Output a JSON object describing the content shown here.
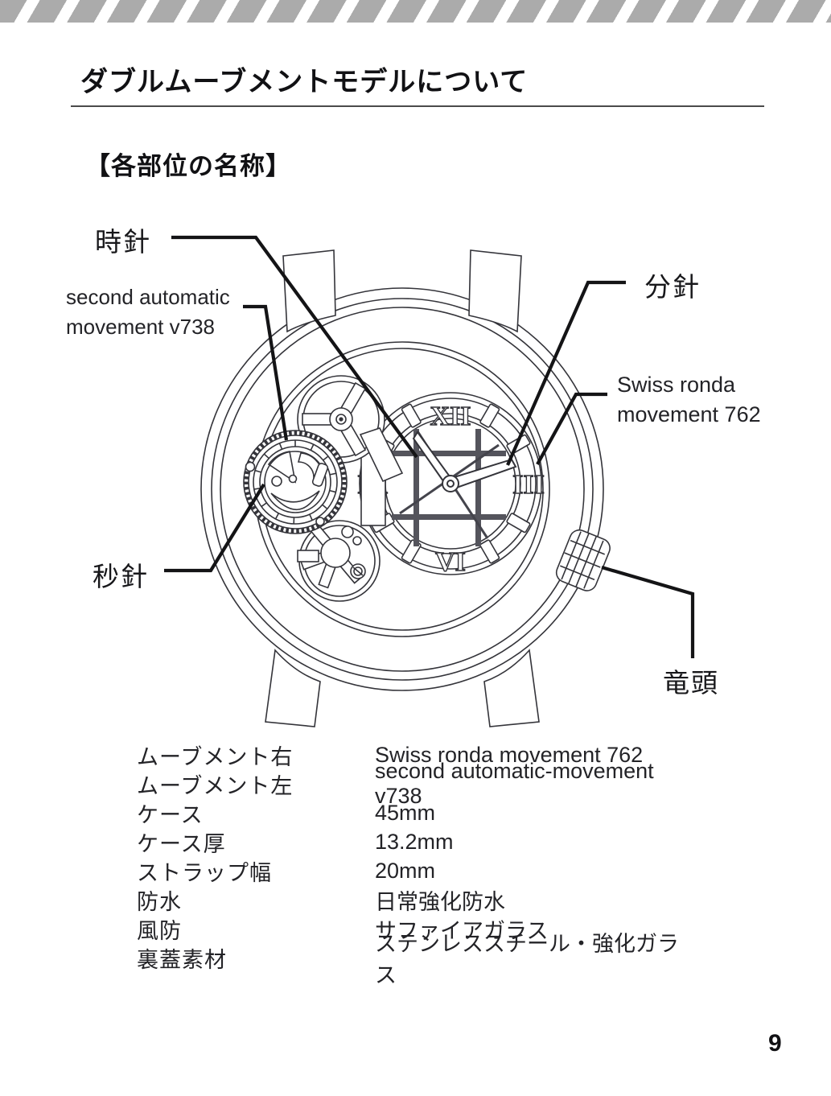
{
  "page": {
    "title": "ダブルムーブメントモデルについて",
    "section_heading": "【各部位の名称】",
    "page_number": "9"
  },
  "callouts": {
    "hour_hand": "時針",
    "minute_hand": "分針",
    "second_hand": "秒針",
    "crown": "竜頭",
    "left_movement": {
      "line1": "second automatic",
      "line2": "movement v738"
    },
    "right_movement": {
      "line1": "Swiss ronda",
      "line2": "movement 762"
    }
  },
  "dial": {
    "numerals": {
      "twelve": "XII",
      "three": "III",
      "six": "VI",
      "nine": "IX"
    }
  },
  "spec_table": {
    "rows": [
      {
        "label": "ムーブメント右",
        "value": "Swiss ronda movement 762"
      },
      {
        "label": "ムーブメント左",
        "value": "second automatic-movement v738"
      },
      {
        "label": "ケース",
        "value": "45mm"
      },
      {
        "label": "ケース厚",
        "value": "13.2mm"
      },
      {
        "label": "ストラップ幅",
        "value": "20mm"
      },
      {
        "label": "防水",
        "value": "日常強化防水"
      },
      {
        "label": "風防",
        "value": "サファイアガラス"
      },
      {
        "label": "裏蓋素材",
        "value": "ステンレススチール・強化ガラス"
      }
    ]
  },
  "colors": {
    "ink": "#1b1b1e",
    "line_art": "#34343a",
    "stripe_gray": "#ababab",
    "grid_gray": "#54545c"
  }
}
